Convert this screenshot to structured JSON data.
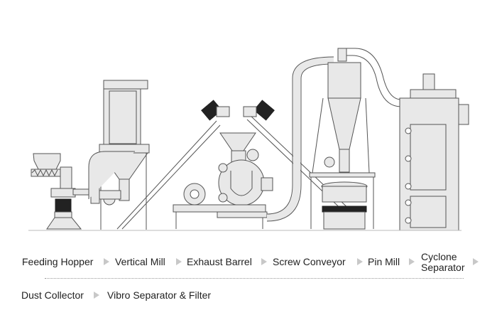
{
  "title": "Pin Mill Production Line Flow",
  "flow_steps": [
    {
      "label": "Feeding Hopper"
    },
    {
      "label": "Vertical Mill"
    },
    {
      "label": "Exhaust Barrel"
    },
    {
      "label": "Screw Conveyor"
    },
    {
      "label": "Pin Mill"
    },
    {
      "label": "Cyclone Separator",
      "line1": "Cyclone",
      "line2": "Separator"
    },
    {
      "label": "Dust Collector"
    },
    {
      "label": "Vibro Separator & Filter"
    }
  ],
  "arrow_icon": "triangle-right-icon",
  "colors": {
    "line": "#555555",
    "fill": "#e8e8e8",
    "arrow": "#c8c8c8",
    "text": "#222222"
  }
}
